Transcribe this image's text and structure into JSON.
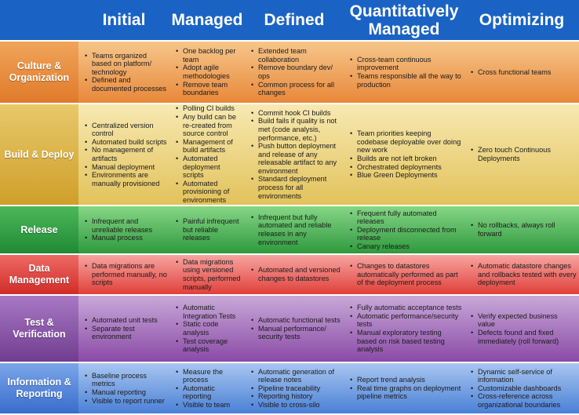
{
  "columns": [
    "Initial",
    "Managed",
    "Defined",
    "Quantitatively Managed",
    "Optimizing"
  ],
  "rows": [
    {
      "label": "Culture & Organization",
      "cells": [
        [
          "Teams organized based on platform/ technology",
          "Defined and documented processes"
        ],
        [
          "One backlog per team",
          "Adopt agile methodologies",
          "Remove team boundaries"
        ],
        [
          "Extended team collaboration",
          "Remove boundary dev/ ops",
          "Common process for all changes"
        ],
        [
          "Cross-team continuous improvement",
          "Teams responsible all the way to production"
        ],
        [
          "Cross functional teams"
        ]
      ]
    },
    {
      "label": "Build & Deploy",
      "cells": [
        [
          "Centralized version control",
          "Automated build scripts",
          "No management of artifacts",
          "Manual deployment",
          "Environments are manually provisioned"
        ],
        [
          "Polling CI builds",
          "Any build can be re-created from source control",
          "Management of build artifacts",
          "Automated deployment scripts",
          "Automated provisioning of environments"
        ],
        [
          "Commit hook CI builds",
          "Build fails if quality is not met (code analysis, performance, etc.)",
          "Push button deployment and release of any releasable artifact to any environment",
          "Standard deployment process for all environments"
        ],
        [
          "Team priorities keeping codebase deployable over doing new work",
          "Builds are not left broken",
          "Orchestrated deployments",
          "Blue Green Deployments"
        ],
        [
          "Zero touch Continuous Deployments"
        ]
      ]
    },
    {
      "label": "Release",
      "cells": [
        [
          "Infrequent and unreliable releases",
          "Manual process"
        ],
        [
          "Painful infrequent but reliable releases"
        ],
        [
          "Infrequent but fully automated and reliable releases in any environment"
        ],
        [
          "Frequent fully automated releases",
          "Deployment disconnected from release",
          "Canary releases"
        ],
        [
          "No rollbacks, always roll forward"
        ]
      ]
    },
    {
      "label": "Data Management",
      "cells": [
        [
          "Data migrations are performed manually, no scripts"
        ],
        [
          "Data migrations using versioned scripts, performed manually"
        ],
        [
          "Automated and versioned changes to datastores"
        ],
        [
          "Changes to datastores automatically performed as part of the deployment process"
        ],
        [
          "Automatic datastore changes and rollbacks tested with every deployment"
        ]
      ]
    },
    {
      "label": "Test & Verification",
      "cells": [
        [
          "Automated unit tests",
          "Separate test environment"
        ],
        [
          "Automatic Integration Tests",
          "Static code analysis",
          "Test coverage analysis"
        ],
        [
          "Automatic functional tests",
          "Manual performance/ security tests"
        ],
        [
          "Fully automatic acceptance tests",
          "Automatic performance/security tests",
          "Manual exploratory testing based on risk based testing analysis"
        ],
        [
          "Verify expected business value",
          "Defects found and fixed immediately (roll forward)"
        ]
      ]
    },
    {
      "label": "Information & Reporting",
      "cells": [
        [
          "Baseline process metrics",
          "Manual reporting",
          "Visible to report runner"
        ],
        [
          "Measure the process",
          "Automatic reporting",
          "Visible to team"
        ],
        [
          "Automatic generation of release notes",
          "Pipeline traceability",
          "Reporting history",
          "Visible to cross-silo"
        ],
        [
          "Report trend analysis",
          "Real time graphs on deployment pipeline metrics"
        ],
        [
          "Dynamic self-service of information",
          "Customizable dashboards",
          "Cross-reference across organizational boundaries"
        ]
      ]
    }
  ]
}
